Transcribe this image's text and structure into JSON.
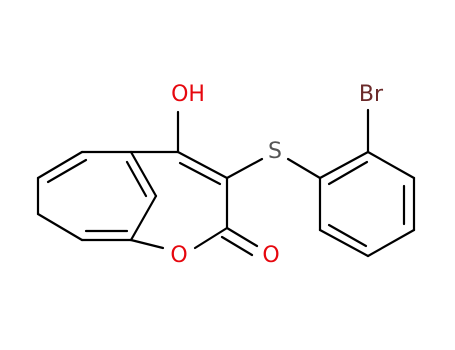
{
  "molecule": {
    "atoms": {
      "hydroxyl": {
        "label": "OH",
        "color": "#e6070e"
      },
      "sulfur": {
        "label": "S",
        "color": "#555555"
      },
      "bromine": {
        "label": "Br",
        "color": "#6b2a2a"
      },
      "ring_oxygen": {
        "label": "O",
        "color": "#e6070e"
      },
      "carbonyl_oxygen": {
        "label": "O",
        "color": "#e6070e"
      }
    },
    "bond_color": "#000000"
  }
}
